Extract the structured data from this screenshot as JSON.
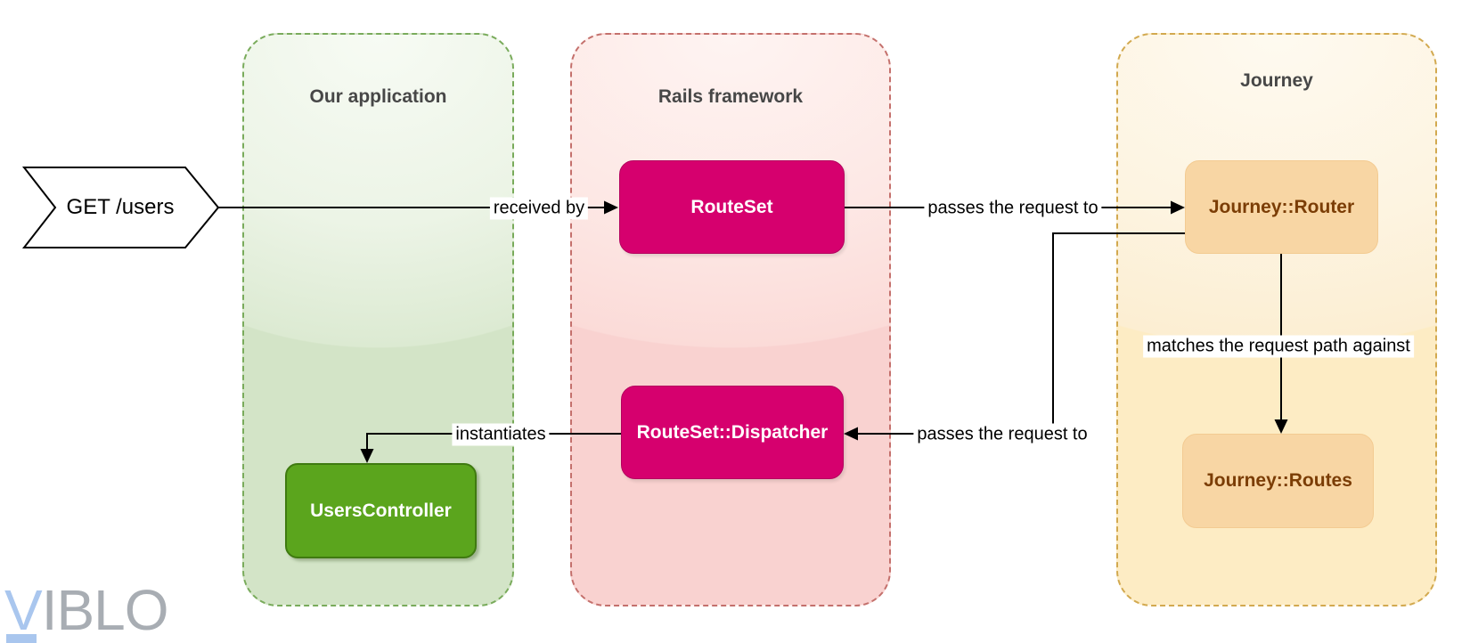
{
  "watermark": {
    "v": "V",
    "rest": "IBLO",
    "v_color": "#a9c6ee",
    "text_color": "#a8adb3"
  },
  "request_shape": {
    "label": "GET /users",
    "fill": "#ffffff",
    "stroke": "#000000"
  },
  "containers": [
    {
      "title": "Our application",
      "border_color": "#79ab5b",
      "fill_top": "#f7fbf4",
      "fill_bottom": "#d3e4c7"
    },
    {
      "title": "Rails framework",
      "border_color": "#c4706c",
      "fill_top": "#fef4f2",
      "fill_bottom": "#f9d2d0"
    },
    {
      "title": "Journey",
      "border_color": "#d2a94f",
      "fill_top": "#fefaf0",
      "fill_bottom": "#fdecc4"
    }
  ],
  "nodes": [
    {
      "label": "RouteSet",
      "fill": "#d6006e",
      "text_color": "#ffffff"
    },
    {
      "label": "RouteSet::Dispatcher",
      "fill": "#d6006e",
      "text_color": "#ffffff"
    },
    {
      "label": "UsersController",
      "fill": "#5ba51d",
      "text_color": "#ffffff"
    },
    {
      "label": "Journey::Router",
      "fill": "#f8d6a4",
      "text_color": "#7b3d05"
    },
    {
      "label": "Journey::Routes",
      "fill": "#f8d6a4",
      "text_color": "#7b3d05"
    }
  ],
  "edges": [
    {
      "label": "received by"
    },
    {
      "label": "passes the request to"
    },
    {
      "label": "matches the request path against"
    },
    {
      "label": "passes the request to"
    },
    {
      "label": "instantiates"
    }
  ]
}
